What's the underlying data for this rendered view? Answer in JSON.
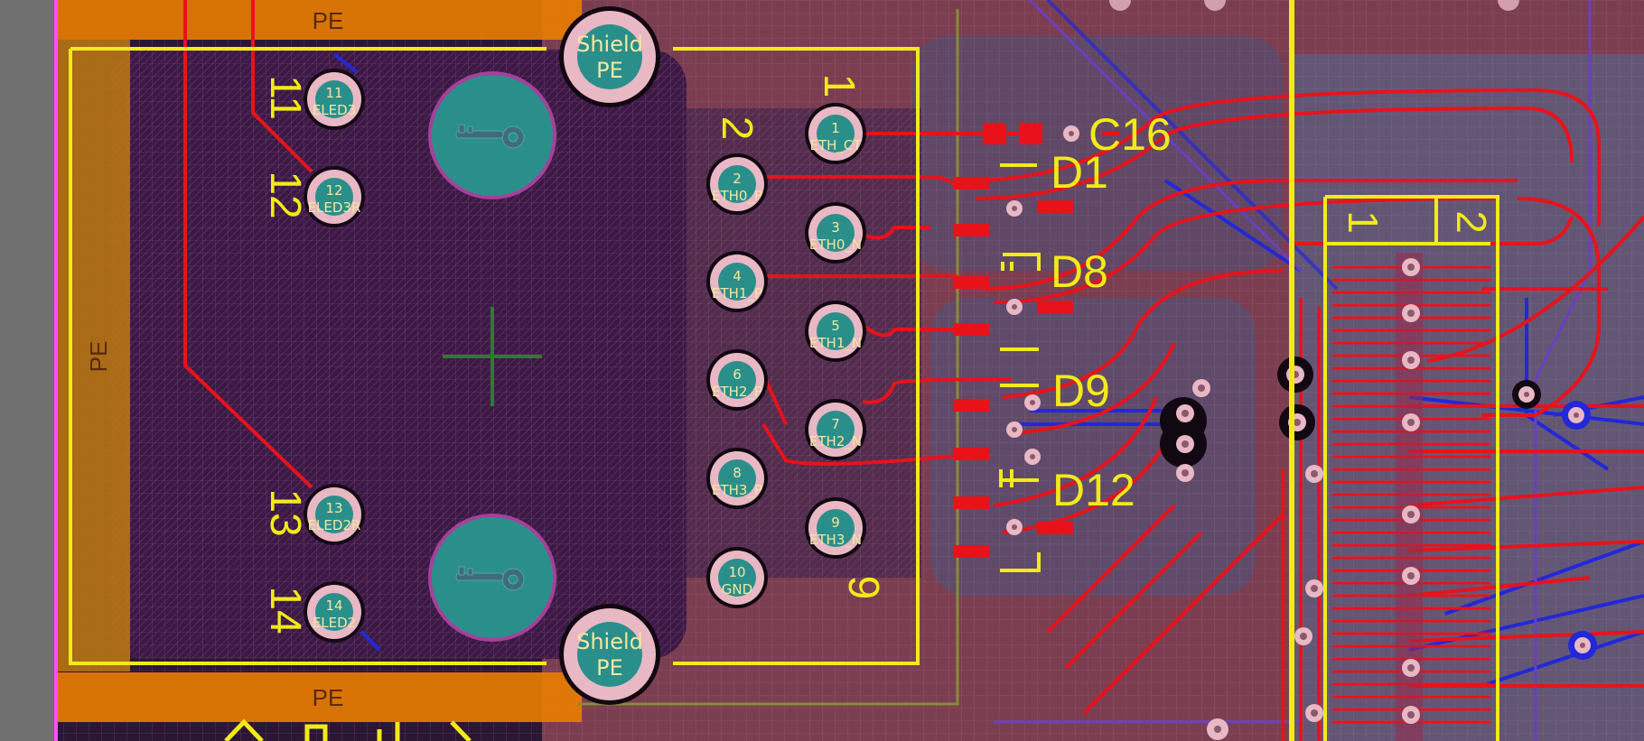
{
  "view": {
    "colors": {
      "background": "#6e6e6e",
      "board": "#2b1733",
      "copper_pour": "#7b3e50",
      "top_trace": "#e8121b",
      "bottom_trace": "#2228d8",
      "silkscreen": "#f2ea18",
      "keepout_orange": "#e67c00",
      "pad_ring": "#e8b8c4",
      "pad_hole": "#2a8f8a",
      "board_edge": "#ff4dff"
    }
  },
  "silk": {
    "pe_top": "PE",
    "pe_bottom": "PE",
    "pe_left": "PE",
    "num_11": "11",
    "num_12": "12",
    "num_13": "13",
    "num_14": "14",
    "num_1": "1",
    "num_2": "2",
    "num_9": "9",
    "hdr_1": "1",
    "hdr_2": "2"
  },
  "designators": {
    "c16": "C16",
    "d1": "D1",
    "d8": "D8",
    "d9": "D9",
    "d12": "D12"
  },
  "shield": {
    "top_line1": "Shield",
    "top_line2": "PE",
    "bot_line1": "Shield",
    "bot_line2": "PE"
  },
  "led_pads": [
    {
      "num": "11",
      "net": "ELED3"
    },
    {
      "num": "12",
      "net": "ELED3R"
    },
    {
      "num": "13",
      "net": "ELED2R"
    },
    {
      "num": "14",
      "net": "ELED2"
    }
  ],
  "rj45_pads": [
    {
      "num": "1",
      "net": "ETH_CT"
    },
    {
      "num": "2",
      "net": "ETH0_P"
    },
    {
      "num": "3",
      "net": "ETH0_N"
    },
    {
      "num": "4",
      "net": "ETH1_P"
    },
    {
      "num": "5",
      "net": "ETH1_N"
    },
    {
      "num": "6",
      "net": "ETH2_P"
    },
    {
      "num": "7",
      "net": "ETH2_N"
    },
    {
      "num": "8",
      "net": "ETH3_P"
    },
    {
      "num": "9",
      "net": "ETH3_N"
    },
    {
      "num": "10",
      "net": "GND"
    }
  ],
  "icons": {
    "key_top": "key-icon",
    "key_bottom": "key-icon",
    "origin": "crosshair-icon"
  }
}
